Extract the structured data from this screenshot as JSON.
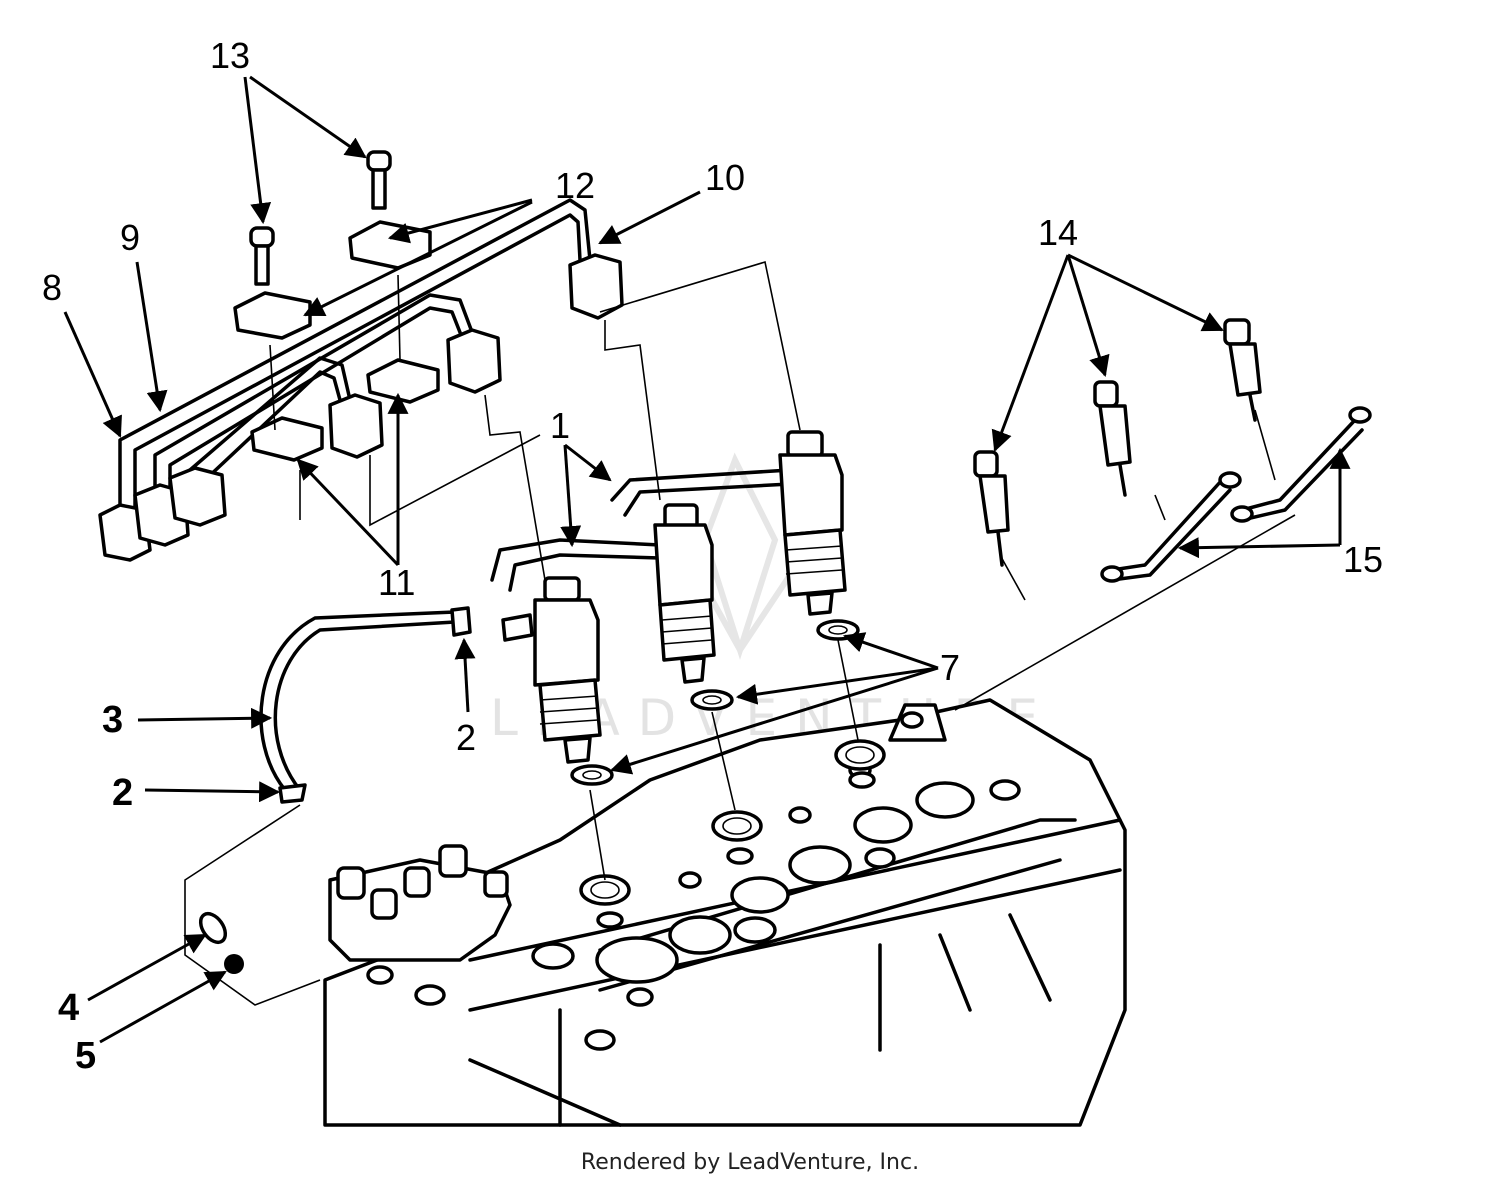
{
  "callouts": {
    "c1": "1",
    "c2a": "2",
    "c2b": "2",
    "c3": "3",
    "c4": "4",
    "c5": "5",
    "c7": "7",
    "c8": "8",
    "c9": "9",
    "c10": "10",
    "c11": "11",
    "c12": "12",
    "c13": "13",
    "c14": "14",
    "c15": "15"
  },
  "watermark": "LEADVENTURE",
  "footer": "Rendered by LeadVenture, Inc.",
  "colors": {
    "ink": "#000000",
    "background": "#ffffff",
    "watermark": "#e3e3e3"
  }
}
